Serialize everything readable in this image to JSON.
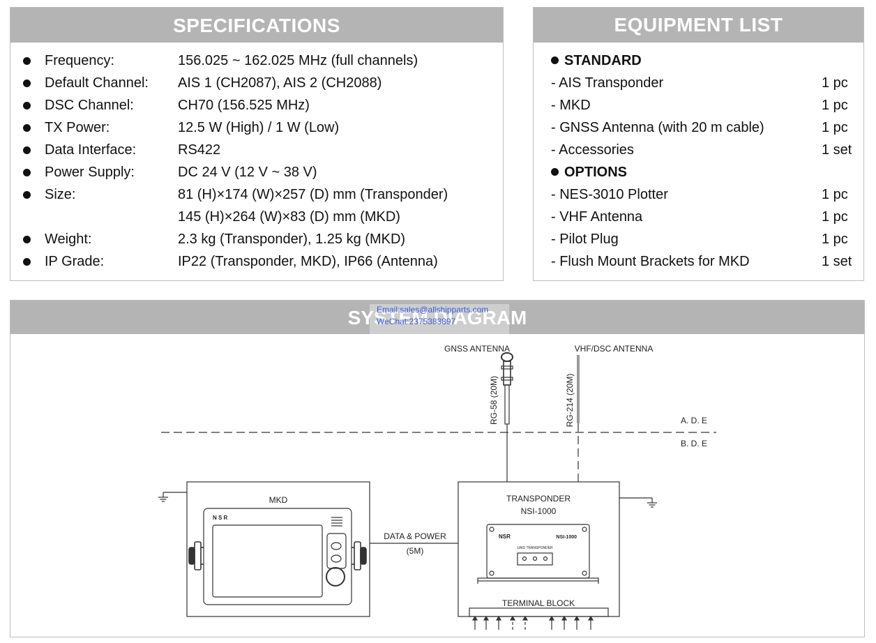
{
  "specifications": {
    "title": "SPECIFICATIONS",
    "items": [
      {
        "label": "Frequency:",
        "value": "156.025 ~ 162.025 MHz (full channels)"
      },
      {
        "label": "Default Channel:",
        "value": "AIS 1 (CH2087), AIS 2 (CH2088)"
      },
      {
        "label": "DSC Channel:",
        "value": "CH70 (156.525 MHz)"
      },
      {
        "label": "TX Power:",
        "value": "12.5 W (High) / 1 W (Low)"
      },
      {
        "label": "Data Interface:",
        "value": "RS422"
      },
      {
        "label": "Power Supply:",
        "value": "DC 24 V (12 V ~ 38 V)"
      },
      {
        "label": "Size:",
        "value": "81 (H)×174 (W)×257 (D) mm (Transponder)",
        "value2": "145 (H)×264 (W)×83 (D) mm (MKD)"
      },
      {
        "label": "Weight:",
        "value": "2.3 kg (Transponder), 1.25 kg (MKD)"
      },
      {
        "label": "IP Grade:",
        "value": "IP22 (Transponder, MKD), IP66 (Antenna)"
      }
    ]
  },
  "equipment": {
    "title": "EQUIPMENT LIST",
    "standard_label": "STANDARD",
    "standard": [
      {
        "name": "- AIS Transponder",
        "qty": "1 pc"
      },
      {
        "name": "- MKD",
        "qty": "1 pc"
      },
      {
        "name": "- GNSS Antenna (with 20 m cable)",
        "qty": "1 pc"
      },
      {
        "name": "- Accessories",
        "qty": "1 set"
      }
    ],
    "options_label": "OPTIONS",
    "options": [
      {
        "name": "- NES-3010 Plotter",
        "qty": "1 pc"
      },
      {
        "name": "- VHF Antenna",
        "qty": "1 pc"
      },
      {
        "name": "- Pilot Plug",
        "qty": "1 pc"
      },
      {
        "name": "- Flush Mount Brackets for MKD",
        "qty": "1 set"
      }
    ]
  },
  "system_diagram": {
    "title": "SYSTEM DIAGRAM",
    "watermark": {
      "email": "Email:sales@allshipparts.com",
      "wechat": "WeChat:2375383897"
    },
    "labels": {
      "gnss_antenna": "GNSS ANTENNA",
      "vhf_antenna": "VHF/DSC ANTENNA",
      "gnss_cable": "RG-58 (20M)",
      "vhf_cable": "RG-214 (20M)",
      "ade": "A. D. E",
      "bde": "B. D. E",
      "mkd": "MKD",
      "mkd_brand": "N S R",
      "transponder": "TRANSPONDER",
      "model": "NSI-1000",
      "unit_brand": "NSR",
      "unit_model": "NSI-1000",
      "unit_caption": "UAIS TRANSPONDER",
      "data_power": "DATA & POWER",
      "cable_len": "(5M)",
      "terminal_block": "TERMINAL BLOCK"
    }
  }
}
